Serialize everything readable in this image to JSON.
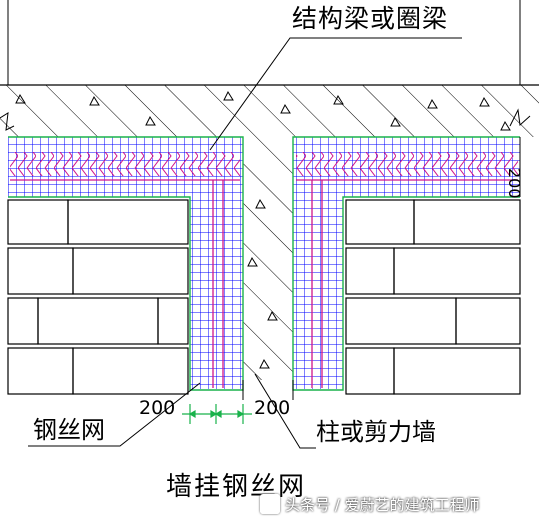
{
  "labels": {
    "structural_beam": "结构梁或圈梁",
    "wire_mesh": "钢丝网",
    "column_or_shear_wall": "柱或剪力墙",
    "figure_title": "墙挂钢丝网",
    "dim_left": "200",
    "dim_right": "200",
    "dim_side": "200"
  },
  "watermark": "头条号 / 爱蔚艺的建筑工程师",
  "colors": {
    "mesh": "#0000ff",
    "mesh_border": "#19b24b",
    "rebar": "#d0148a",
    "dimension": "#19b24b",
    "line": "#000000"
  }
}
